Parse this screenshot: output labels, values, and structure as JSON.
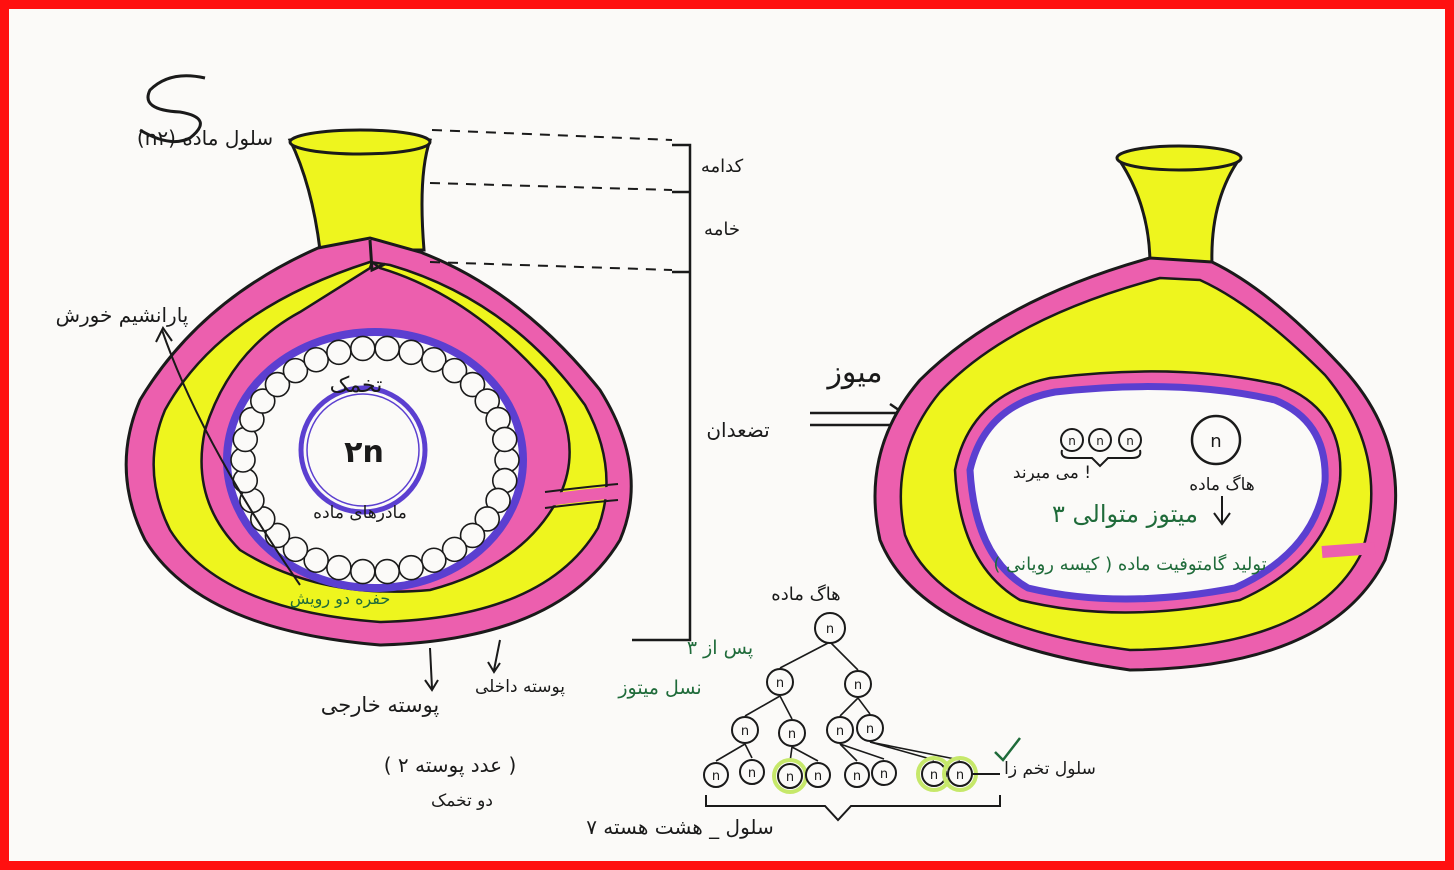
{
  "colors": {
    "frame": "#ff1010",
    "paper": "#fbfaf8",
    "yellow": "#eef51e",
    "pink": "#ec5fae",
    "orange": "#f4a34a",
    "purple": "#5b3fd0",
    "green": "#1f6b3a",
    "ink": "#1a1a1a",
    "highlight": "#c6e86a"
  },
  "left_ovule": {
    "title": "(n۲) سلول ماده",
    "labels": {
      "micropyle": "کدامه",
      "funiculus": "خامه",
      "nucellus": "پارانشیم خورش",
      "egg": "تخمک",
      "egg_number": "۲n",
      "mother_cell_caption": "مادرهای ماده",
      "embryo_sac": "حفره دو رویش",
      "inner_integument": "پوسته داخلی",
      "outer_integument": "پوسته خارجی",
      "integument_count": "( ۲ عدد پوسته )",
      "integument_suffix": "دو تخمک"
    }
  },
  "middle": {
    "meiosis": "میوز",
    "reduction": "تضعدان"
  },
  "right_ovule": {
    "nuclei_symbol": "n",
    "dying_caption": "می میرند !",
    "female_cell": "هاگ ماده",
    "mitosis": "۳ میتوز متوالی",
    "production": "تولید گامتوفیت ماده ( کیسه رویانی )"
  },
  "lineage": {
    "top_label": "هاگ ماده",
    "node_label": "n",
    "after_mitosis": "پس از ۳",
    "mitosis_generation": "نسل میتوز",
    "egg_cell_label": "سلول تخم زا",
    "summary": "۷ سلول _ هشت هسته"
  }
}
